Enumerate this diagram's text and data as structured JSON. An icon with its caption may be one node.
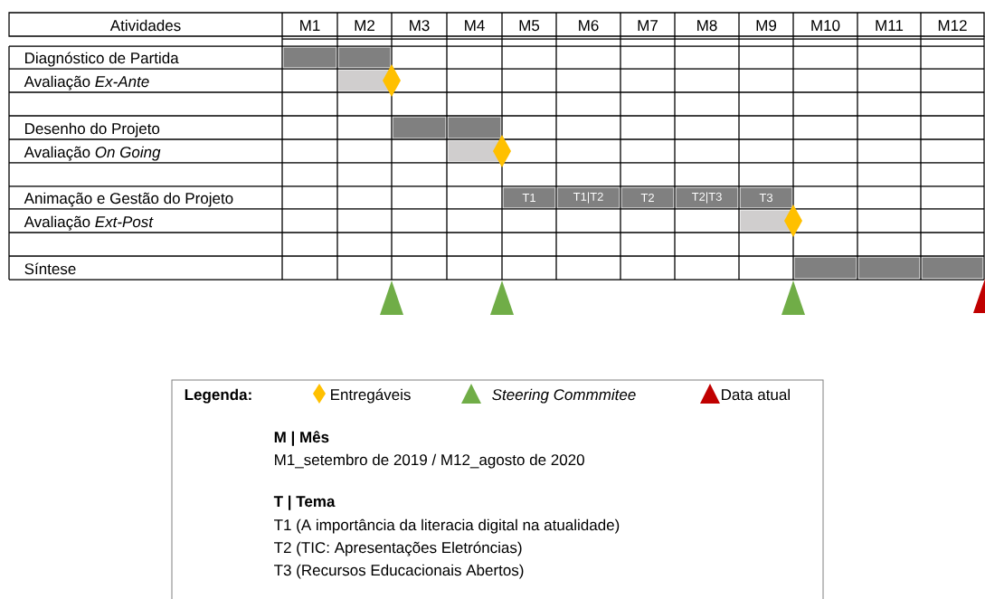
{
  "diagram": {
    "nodes": [
      {
        "text": [],
        "shape": "bar"
      },
      {
        "text": [],
        "shape": "bar"
      },
      {
        "text": [],
        "shape": "bar"
      },
      {
        "text": [],
        "shape": "bar"
      },
      {
        "text": [],
        "shape": "bar"
      },
      {
        "text": [],
        "shape": "bar"
      },
      {
        "text": [
          "T1"
        ]
      },
      {
        "text": [
          "T1|T2"
        ]
      },
      {
        "text": [
          "T2"
        ]
      },
      {
        "text": [
          "T2|T3"
        ]
      },
      {
        "text": [
          "T3"
        ]
      },
      {
        "text": [],
        "shape": "bar"
      },
      {
        "text": [],
        "shape": "bar"
      },
      {
        "text": [],
        "shape": "bar"
      },
      {
        "text": [],
        "shape": "bar"
      }
    ],
    "labels": [
      "Atividades",
      "M1",
      "M2",
      "M3",
      "M4",
      "M5",
      "M6",
      "M7",
      "M8",
      "M9",
      "M10",
      "M11",
      "M12",
      "Diagnóstico de Partida",
      "Avaliação *Ex-Ante*",
      "Desenho do Projeto",
      "Avaliação *On Going*",
      "Animação e Gestão do Projeto",
      "Avaliação *Ext-Post*",
      "Síntese",
      "Legenda:",
      "M | Mês",
      "M1_setembro de 2019 / M12_agosto de 2020",
      "T | Tema",
      "T1 (A importância da literacia digital na atualidade)",
      "T2 (TIC: Apresentações Eletróncias)",
      "T3 (Recursos Educacionais Abertos)"
    ],
    "legend": [
      {
        "text": "Entregáveis"
      },
      {
        "text": "Steering Commmitee"
      },
      {
        "text": "Data atual"
      }
    ]
  }
}
